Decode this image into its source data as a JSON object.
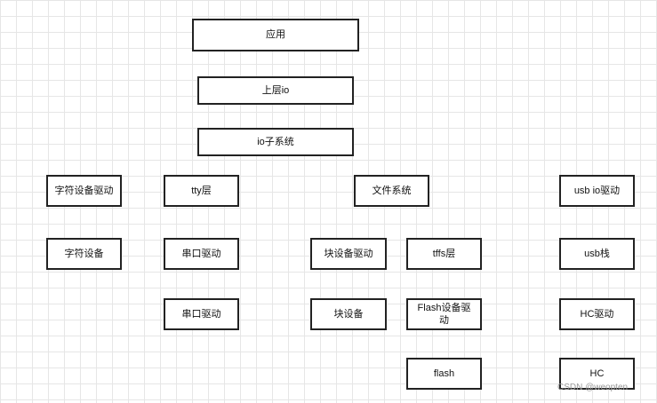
{
  "diagram": {
    "nodes": {
      "app": "应用",
      "upper_io": "上层io",
      "io_subsystem": "io子系统",
      "char_device_driver": "字符设备驱动",
      "char_device": "字符设备",
      "tty_layer": "tty层",
      "serial_driver_1": "串口驱动",
      "serial_driver_2": "串口驱动",
      "file_system": "文件系统",
      "block_device_driver": "块设备驱动",
      "block_device": "块设备",
      "tffs_layer": "tffs层",
      "flash_device_driver_line1": "Flash设备驱",
      "flash_device_driver_line2": "动",
      "flash": "flash",
      "usb_io_driver": "usb io驱动",
      "usb_stack": "usb栈",
      "hc_driver": "HC驱动",
      "hc": "HC"
    }
  },
  "watermark": "CSDN @weopten"
}
